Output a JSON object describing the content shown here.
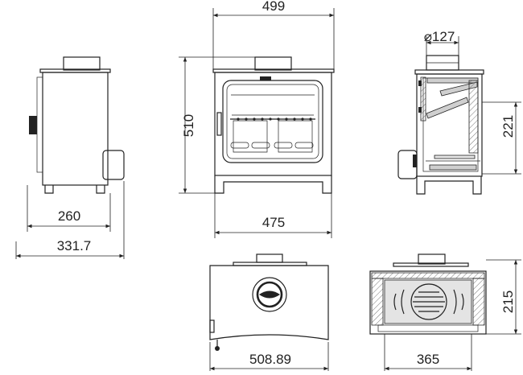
{
  "dimensions": {
    "top_width": "499",
    "height": "510",
    "side_depth": "260",
    "side_overall": "331.7",
    "front_base": "475",
    "flue_diameter": "⌀127",
    "section_height": "221",
    "plan_width": "508.89",
    "plan_section_width": "365",
    "plan_section_depth": "215"
  },
  "colors": {
    "line": "#222222",
    "fill_grey": "#cfcfcf"
  }
}
